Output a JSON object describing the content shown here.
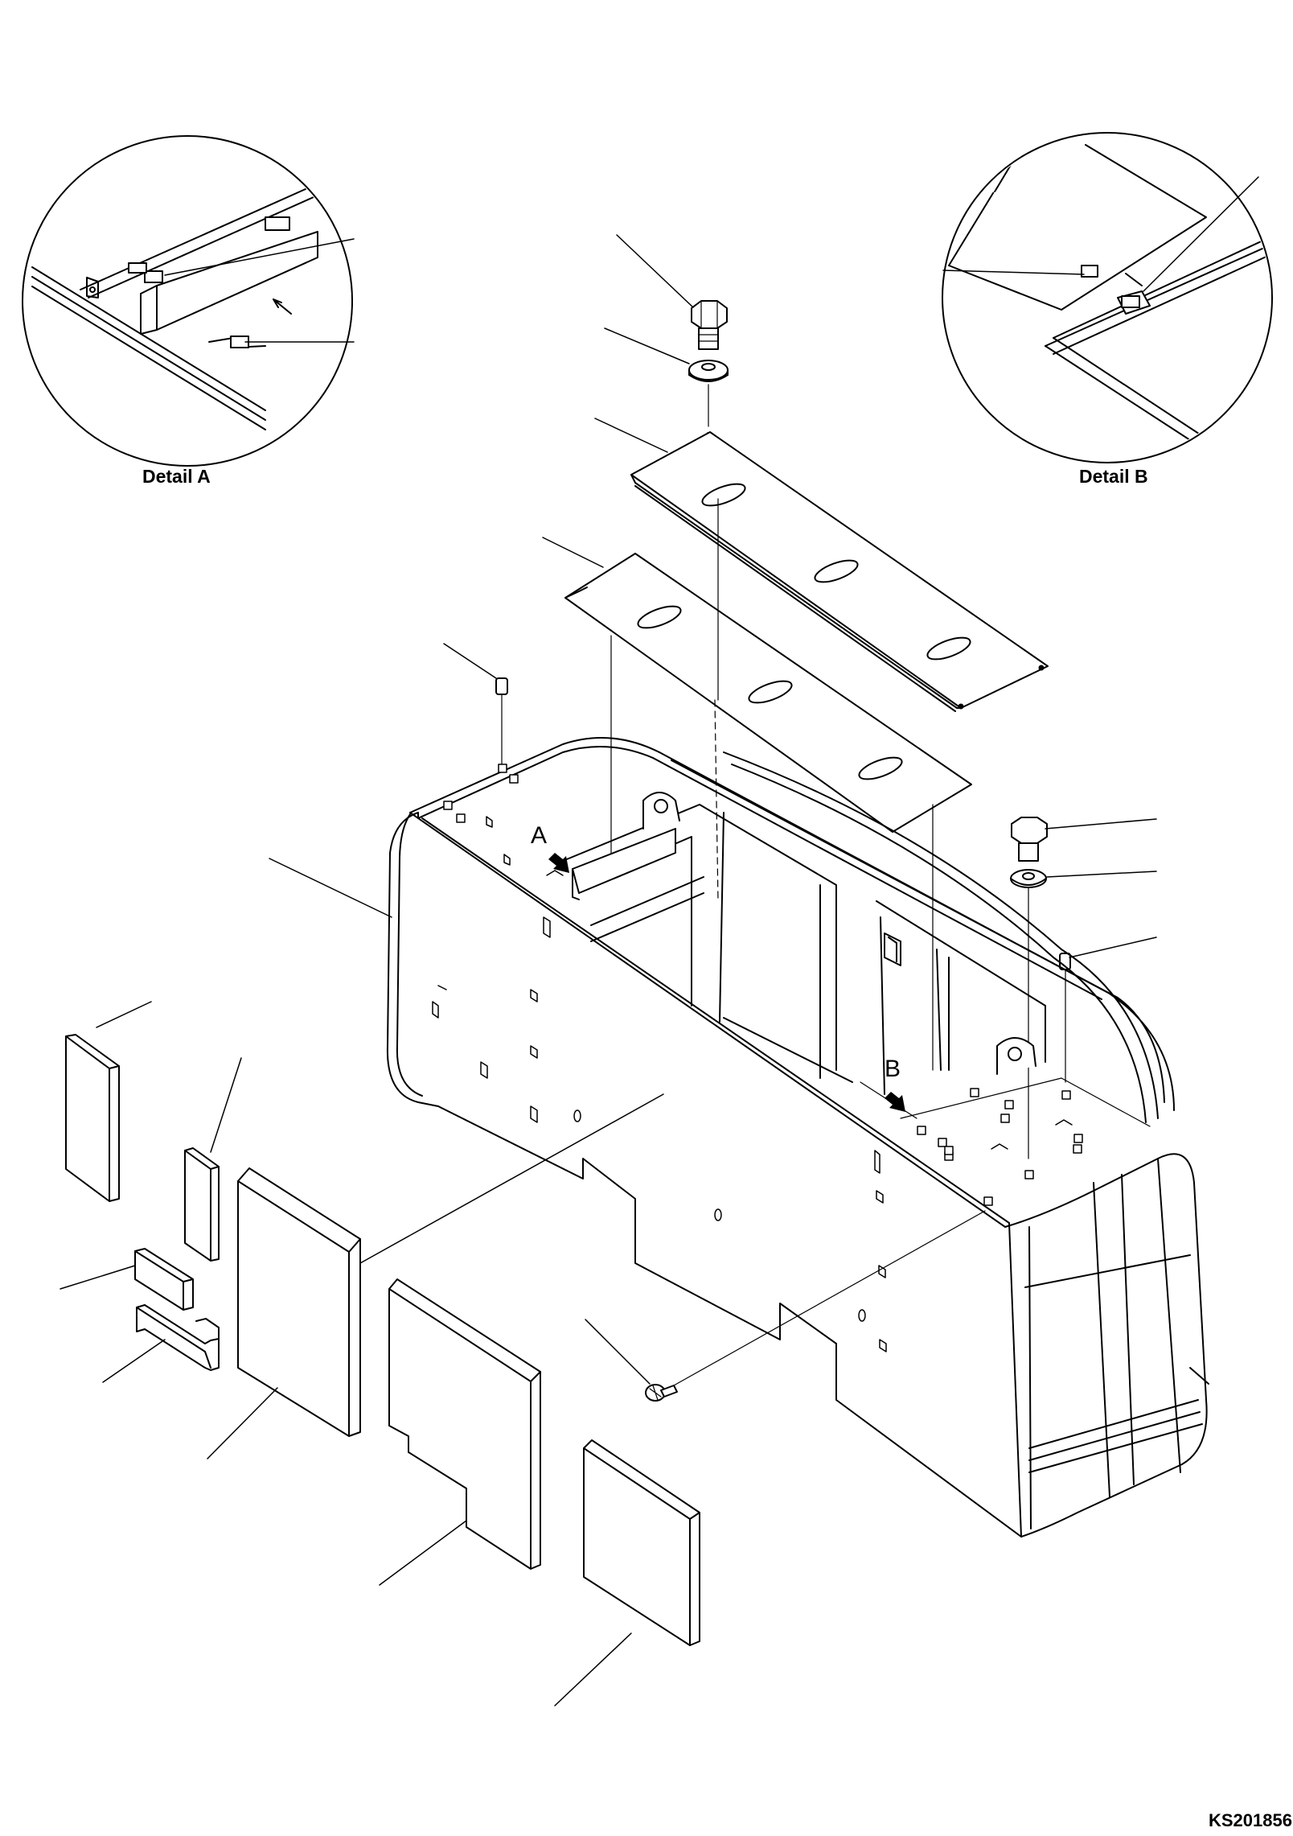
{
  "details": {
    "a_title": "Detail A",
    "b_title": "Detail B"
  },
  "callouts": {
    "a": "A",
    "b": "B"
  },
  "drawing_id": "KS201856"
}
